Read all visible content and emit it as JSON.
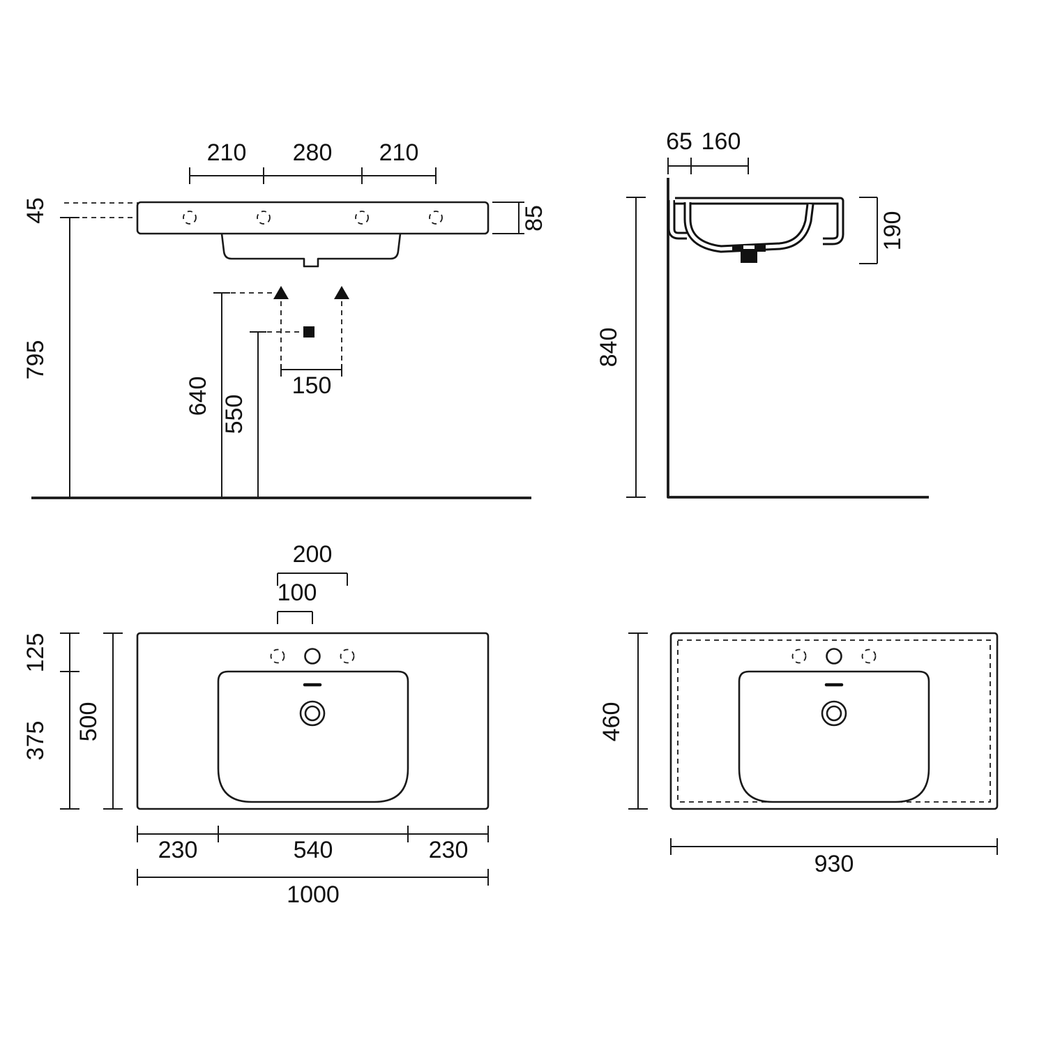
{
  "colors": {
    "line": "#1a1a1a",
    "background": "#ffffff"
  },
  "views": {
    "front_elevation": {
      "tap_pitch_left": "210",
      "tap_pitch_center": "280",
      "tap_pitch_right": "210",
      "top_to_tap_axis": "45",
      "edge_height": "85",
      "rim_height": "795",
      "supply_height": "640",
      "waste_height": "550",
      "supply_pitch": "150"
    },
    "side_section": {
      "wall_offset": "65",
      "fixing_depth": "160",
      "profile_height": "190",
      "clearance_height": "840"
    },
    "plan": {
      "tap_pitch_outer": "200",
      "tap_pitch_inner": "100",
      "back_ledge_depth": "125",
      "bowl_depth": "375",
      "overall_depth": "500",
      "ledge_left": "230",
      "bowl_width": "540",
      "ledge_right": "230",
      "overall_width": "1000"
    },
    "plan_compact": {
      "overall_depth": "460",
      "overall_width": "930"
    }
  }
}
